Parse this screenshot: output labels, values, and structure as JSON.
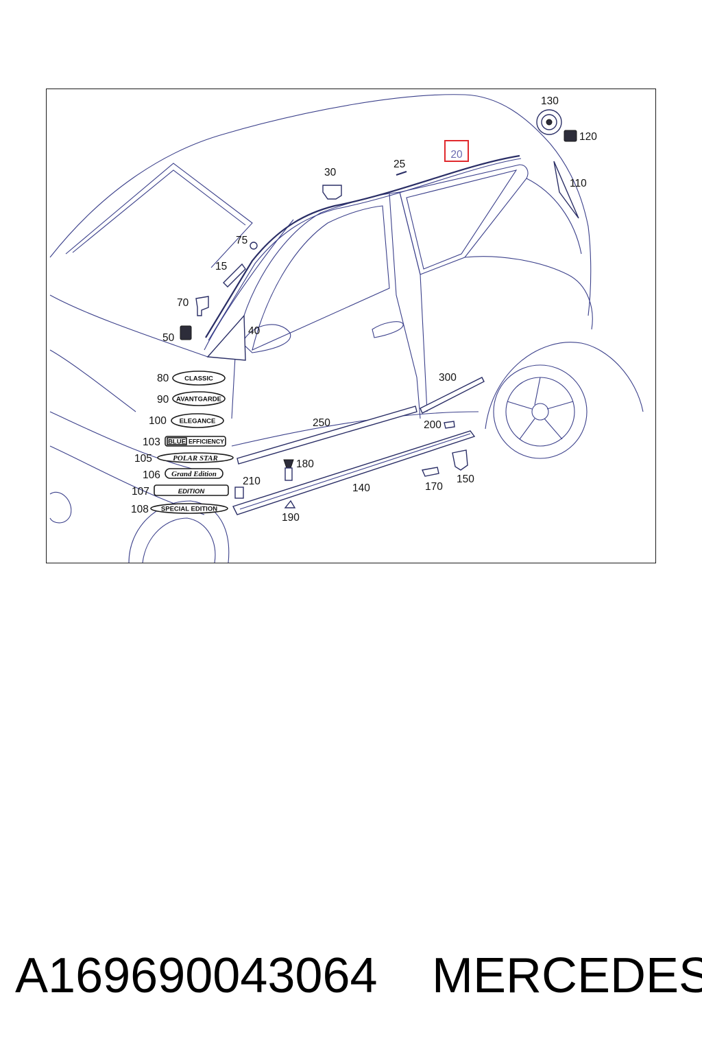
{
  "callouts": {
    "c20": "20",
    "c25": "25",
    "c30": "30",
    "c75": "75",
    "c15": "15",
    "c70": "70",
    "c50": "50",
    "c40": "40",
    "c130": "130",
    "c120": "120",
    "c110": "110",
    "c80": "80",
    "c90": "90",
    "c100": "100",
    "c103": "103",
    "c105": "105",
    "c106": "106",
    "c107": "107",
    "c108": "108",
    "c300": "300",
    "c250": "250",
    "c200": "200",
    "c180": "180",
    "c210": "210",
    "c140": "140",
    "c170": "170",
    "c150": "150",
    "c190": "190"
  },
  "badges": {
    "b80": "CLASSIC",
    "b90": "AVANTGARDE",
    "b100": "ELEGANCE",
    "b103a": "BLUE",
    "b103b": "EFFICIENCY",
    "b105": "POLAR STAR",
    "b106": "Grand Edition",
    "b107": "EDITION",
    "b108": "SPECIAL EDITION"
  },
  "highlight_color": "#e0282c",
  "caption": {
    "part_number": "A169690043064",
    "brand": "MERCEDES"
  }
}
